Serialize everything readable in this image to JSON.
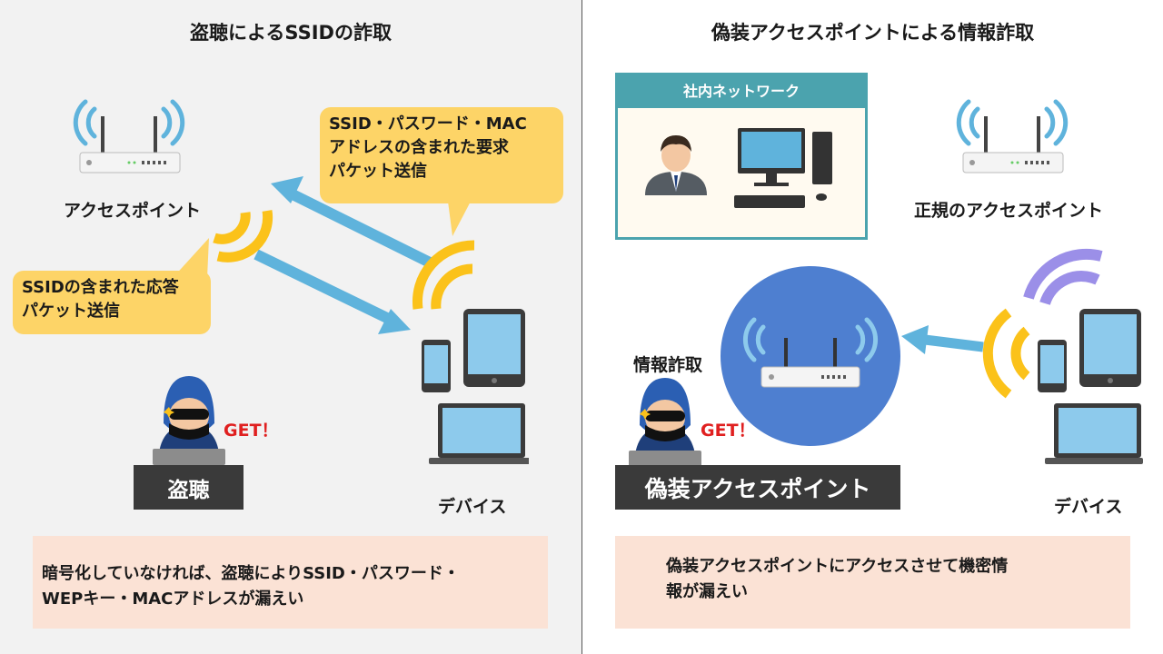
{
  "left": {
    "title": "盗聴によるSSIDの詐取",
    "ap_label": "アクセスポイント",
    "request_bubble": [
      "SSID・パスワード・MAC",
      "アドレスの含まれた要求",
      "パケット送信"
    ],
    "response_bubble": [
      "SSIDの含まれた応答",
      "パケット送信"
    ],
    "attacker_label": "盗聴",
    "get_label": "GET！",
    "device_label": "デバイス",
    "note": [
      "暗号化していなければ、盗聴によりSSID・パスワード・",
      "WEPキー・MACアドレスが漏えい"
    ]
  },
  "right": {
    "title": "偽装アクセスポイントによる情報詐取",
    "network_label": "社内ネットワーク",
    "ap_label": "正規のアクセスポイント",
    "fraud_label": "情報詐取",
    "get_label": "GET！",
    "fake_ap_label": "偽装アクセスポイント",
    "device_label": "デバイス",
    "note": [
      "偽装アクセスポイントにアクセスさせて機密情",
      "報が漏えい"
    ]
  },
  "colors": {
    "arrow": "#5fb3dc",
    "bubble": "#fdd467",
    "signal_yellow": "#fbc21a",
    "signal_purple": "#9b8fe8",
    "circle": "#4e7fd0",
    "note_bg": "#fbe2d5",
    "dark_box": "#3a3a3a",
    "get_red": "#e02020"
  }
}
